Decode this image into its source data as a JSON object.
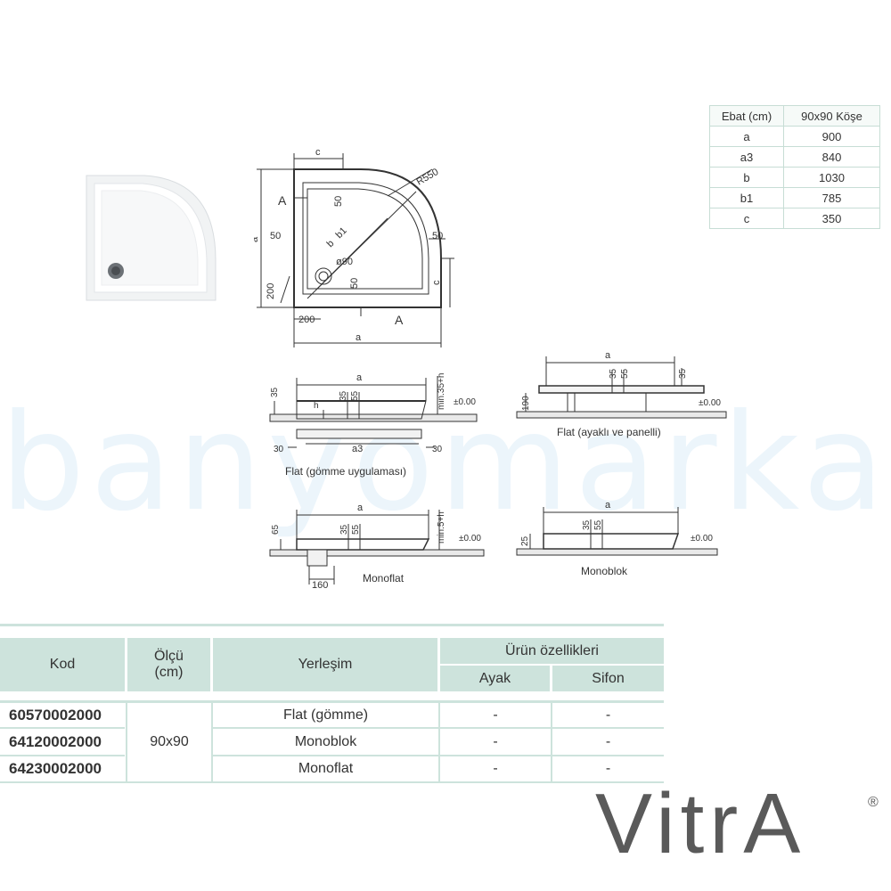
{
  "watermark": "banyomarka",
  "dimension_table": {
    "header": [
      "Ebat (cm)",
      "90x90 Köşe"
    ],
    "rows": [
      [
        "a",
        "900"
      ],
      [
        "a3",
        "840"
      ],
      [
        "b",
        "1030"
      ],
      [
        "b1",
        "785"
      ],
      [
        "c",
        "350"
      ]
    ]
  },
  "top_drawing": {
    "labels": [
      "c",
      "R550",
      "A",
      "50",
      "a",
      "50",
      "b",
      "b1",
      "50",
      "ø90",
      "c",
      "200",
      "50",
      "200",
      "A",
      "a"
    ]
  },
  "section_flat": {
    "labels": [
      "a",
      "min.35+h",
      "35",
      "h",
      "35",
      "55",
      "±0.00",
      "30",
      "a3",
      "30"
    ],
    "caption": "Flat (gömme uygulaması)"
  },
  "section_flat_panel": {
    "labels": [
      "a",
      "35",
      "55",
      "35",
      "190",
      "±0.00"
    ],
    "caption": "Flat (ayaklı ve panelli)"
  },
  "section_monoflat": {
    "labels": [
      "a",
      "min.5+h",
      "65",
      "35",
      "55",
      "±0.00",
      "160"
    ],
    "caption": "Monoflat"
  },
  "section_monoblok": {
    "labels": [
      "a",
      "35",
      "55",
      "25",
      "±0.00"
    ],
    "caption": "Monoblok"
  },
  "spec_table": {
    "headers": {
      "kod": "Kod",
      "olcu": "Ölçü\n(cm)",
      "yerlesim": "Yerleşim",
      "ozellikler": "Ürün özellikleri",
      "ayak": "Ayak",
      "sifon": "Sifon"
    },
    "size": "90x90",
    "rows": [
      {
        "kod": "60570002000",
        "yerlesim": "Flat (gömme)",
        "ayak": "-",
        "sifon": "-"
      },
      {
        "kod": "64120002000",
        "yerlesim": "Monoblok",
        "ayak": "-",
        "sifon": "-"
      },
      {
        "kod": "64230002000",
        "yerlesim": "Monoflat",
        "ayak": "-",
        "sifon": "-"
      }
    ]
  },
  "brand": {
    "logo": "VitrA",
    "registered": "®"
  }
}
